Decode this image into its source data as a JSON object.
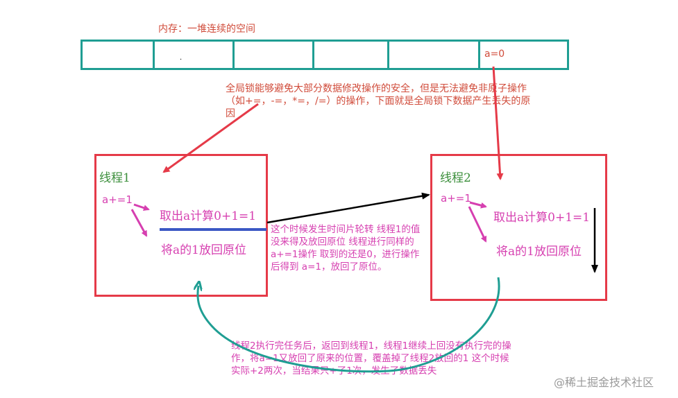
{
  "memory": {
    "title": "内存：一堆连续的空间",
    "cells": [
      "",
      ".",
      "",
      "",
      "",
      "a=0"
    ]
  },
  "note_top": "全局锁能够避免大部分数据修改操作的安全，但是无法避免非原子操作（如+=，-=，*=，/=）的操作，下面就是全局锁下数据产生丢失的原因",
  "thread1": {
    "title": "线程1",
    "inc": "a+=1",
    "step1": "取出a计算0+1=1",
    "step2": "将a的1放回原位"
  },
  "thread2": {
    "title": "线程2",
    "inc": "a+=1",
    "step1": "取出a计算0+1=1",
    "step2": "将a的1放回原位"
  },
  "note_middle": "这个时候发生时间片轮转 线程1的值没来得及放回原位 线程进行同样的a+=1操作 取到的还是0，进行操作后得到 a=1，放回了原位。",
  "note_bottom": "线程2执行完任务后，返回到线程1，线程1继续上回没有执行完的操作，将a=1又放回了原来的位置，覆盖掉了线程2放回的1 这个时候实际+2两次，当结果只+了1次，发生了数据丢失",
  "watermark": "@稀土掘金技术社区",
  "colors": {
    "teal": "#1f9e93",
    "red": "#e53a48",
    "magenta": "#d63fb0",
    "green": "#3c8f3c",
    "blue": "#3b58c4",
    "black": "#000000"
  }
}
